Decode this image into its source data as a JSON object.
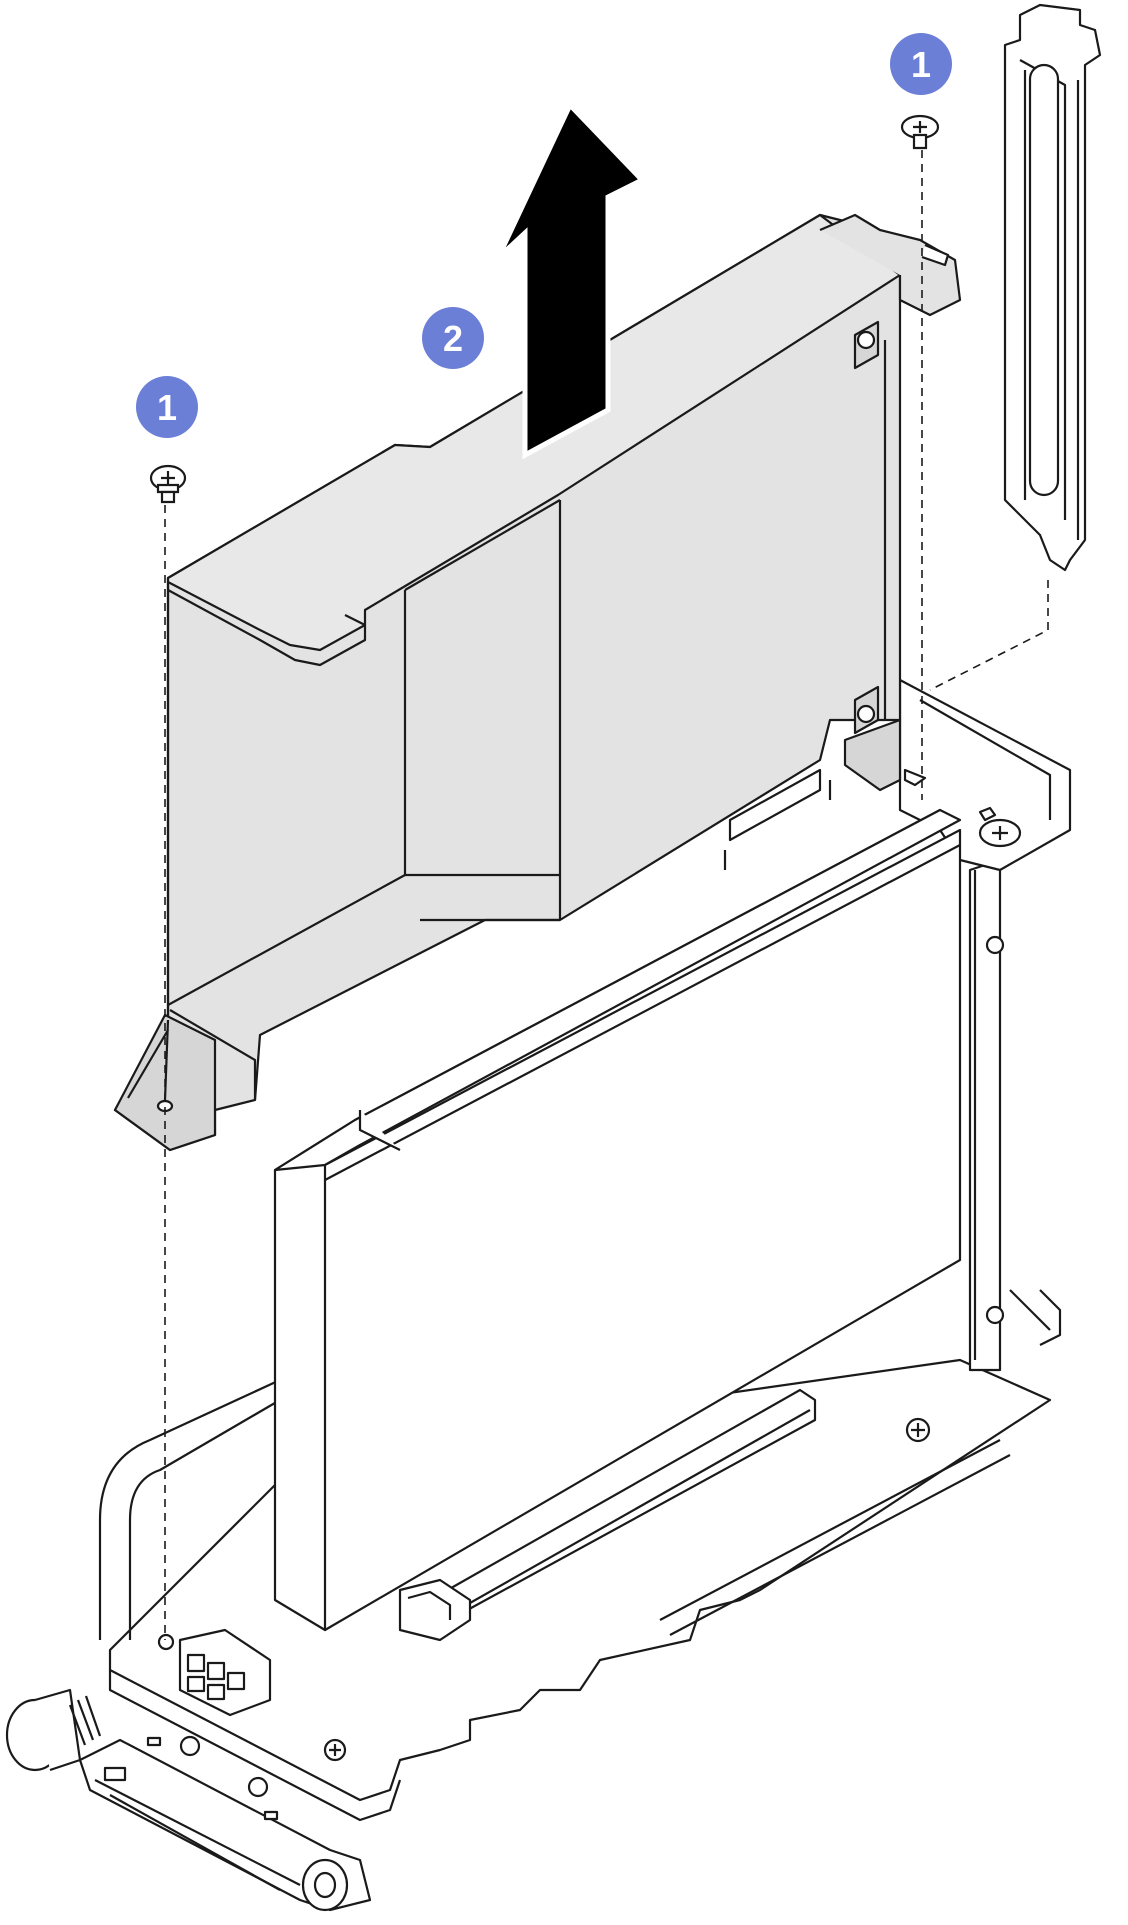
{
  "figure": {
    "callouts": [
      {
        "id": "step-1-left",
        "label": "1"
      },
      {
        "id": "step-1-right",
        "label": "1"
      },
      {
        "id": "step-2",
        "label": "2"
      }
    ],
    "colors": {
      "badge": "#6b7fd6",
      "outline": "#1a1a1a",
      "shroud_fill": "#e3e3e3",
      "shroud_shade": "#d6d6d6",
      "arrow": "#000000",
      "panel_fill": "#ffffff"
    },
    "icons": [
      "screw-icon",
      "up-arrow-icon",
      "dashed-guide-line"
    ]
  }
}
